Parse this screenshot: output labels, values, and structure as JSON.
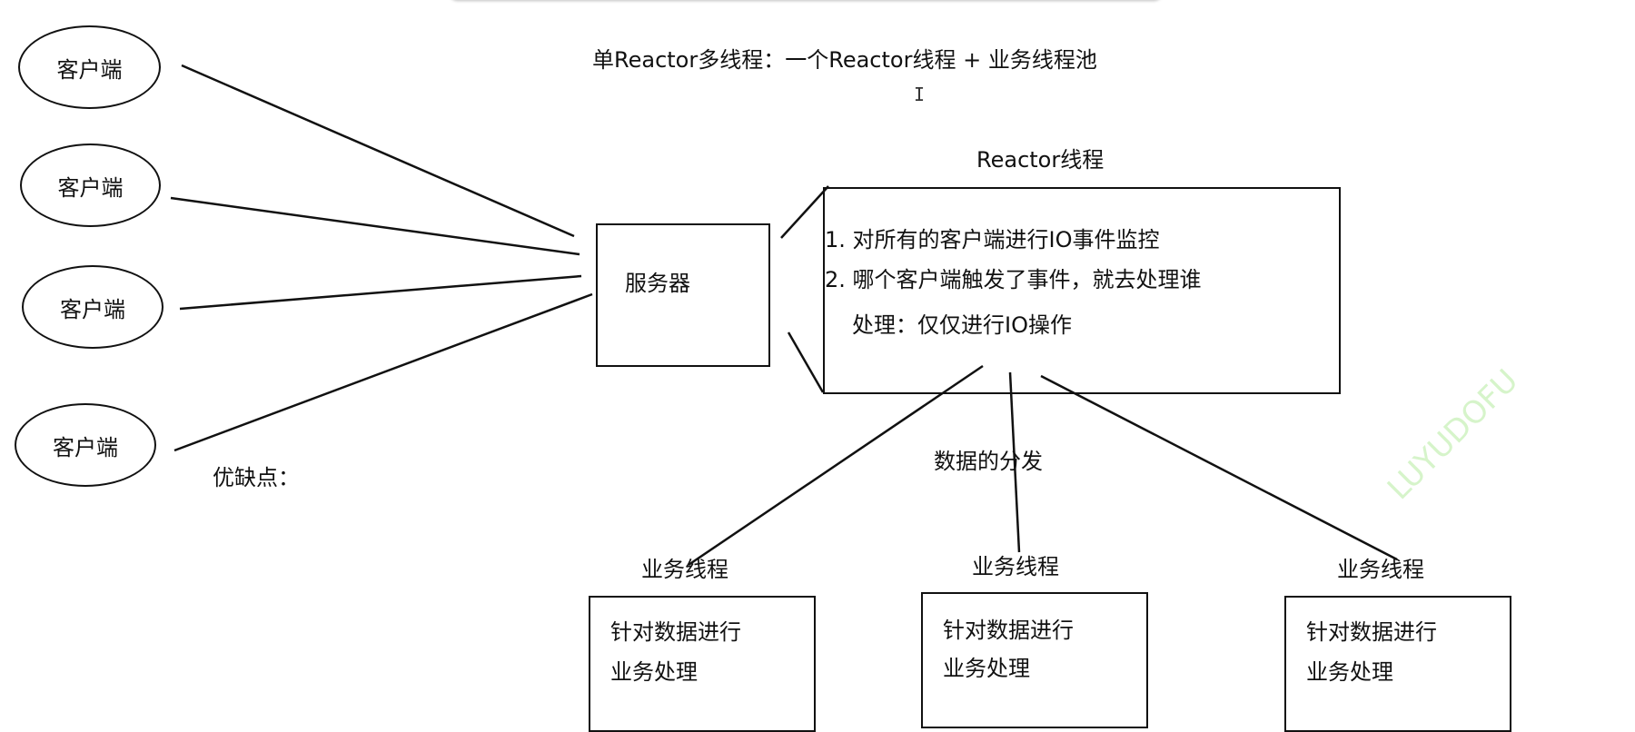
{
  "title": "单Reactor多线程：一个Reactor线程 + 业务线程池",
  "client_label": "客户端",
  "server_label": "服务器",
  "reactor": {
    "heading": "Reactor线程",
    "items": [
      "1. 对所有的客户端进行IO事件监控",
      "2. 哪个客户端触发了事件，就去处理谁",
      "处理：仅仅进行IO操作"
    ]
  },
  "dispatch_label": "数据的分发",
  "pros_cons_label": "优缺点：",
  "worker": {
    "heading": "业务线程",
    "lines": [
      "针对数据进行",
      "业务处理"
    ]
  },
  "watermark_text": "LUYUDOFU",
  "colors": {
    "stroke": "#111111",
    "watermark": "#8be06a"
  }
}
